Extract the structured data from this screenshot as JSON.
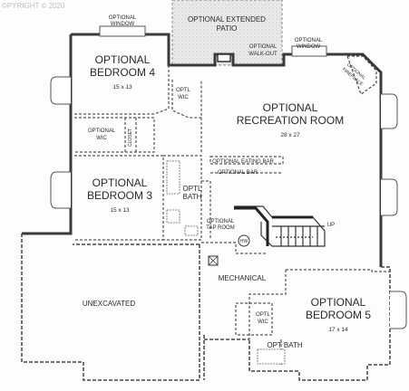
{
  "copyright": "©PYRIGHT © 2020",
  "labels": {
    "optional_window_left": [
      "OPTIONAL",
      "WINDOW"
    ],
    "extended_patio": [
      "OPTIONAL EXTENDED",
      "PATIO"
    ],
    "walk_out": [
      "OPTIONAL",
      "WALK-OUT"
    ],
    "optional_window_right": [
      "OPTIONAL",
      "WINDOW"
    ],
    "fireplace": [
      "OPTIONAL",
      "FIREPLACE"
    ],
    "bedroom4": [
      "OPTIONAL",
      "BEDROOM 4"
    ],
    "bedroom4_dim": "15 x 13",
    "optl_wic_b4": [
      "OPTL",
      "WIC"
    ],
    "recreation": [
      "OPTIONAL",
      "RECREATION ROOM"
    ],
    "recreation_dim": "28 x 27",
    "optional_wic": [
      "OPTIONAL",
      "WIC"
    ],
    "closet": "CLOSET",
    "eating_bar": "OPTIONAL EATING BAR",
    "optional_bar": "OPTIONAL BAR",
    "bedroom3": [
      "OPTIONAL",
      "BEDROOM 3"
    ],
    "bedroom3_dim": "15 x 13",
    "optl_bath_center": [
      "OPTL",
      "BATH"
    ],
    "tap_room": [
      "OPTIONAL",
      "TAP ROOM"
    ],
    "up": "UP",
    "hw": "HW",
    "mechanical": "MECHANICAL",
    "unexcavated": "UNEXCAVATED",
    "bedroom5": [
      "OPTIONAL",
      "BEDROOM 5"
    ],
    "bedroom5_dim": "17 x 14",
    "optl_wic_b5": [
      "OPTL",
      "WIC"
    ],
    "opt_bath": "OPT BATH"
  },
  "colors": {
    "wall": "#3a3a3a",
    "patio": "#e4e4e4",
    "dashed": "#555555"
  }
}
